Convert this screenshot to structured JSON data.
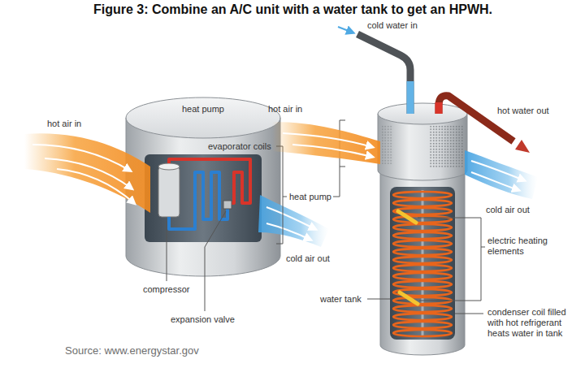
{
  "diagram": {
    "title": "Figure 3: Combine an A/C unit with a water tank to get an HPWH.",
    "caption": "Source: www.energystar.gov",
    "labels": [
      "cold water in",
      "heat pump",
      "hot air in",
      "hot air in",
      "hot water out",
      "evaporator coils",
      "heat pump",
      "cold air out",
      "cold air out",
      "electric heating elements",
      "compressor",
      "water tank",
      "expansion valve",
      "condenser coil filled with hot refrigerant heats water in tank"
    ]
  }
}
